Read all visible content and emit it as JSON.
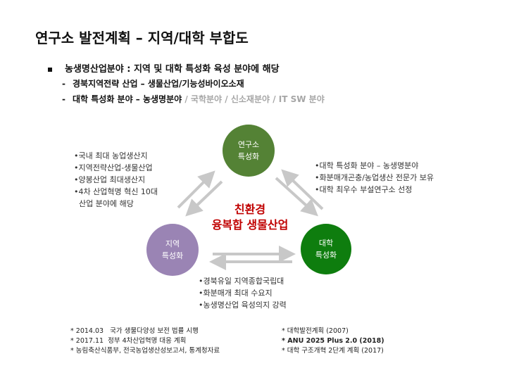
{
  "title": "연구소 발전계획 – 지역/대학 부합도",
  "bullet": "농생명산업분야 : 지역 및 대학 특성화 육성 분야에 해당",
  "sub1": "경북지역전략 산업 – 생물산업/기능성바이오소재",
  "sub2_bold": "대학 특성화 분야 – 농생명분야",
  "sub2_gray": " / 국학분야 / 신소재분야 / IT SW 분야",
  "circles": {
    "institute": [
      "연구소",
      "특성화"
    ],
    "region": [
      "지역",
      "특성화"
    ],
    "university": [
      "대학",
      "특성화"
    ]
  },
  "colors": {
    "institute": "#548235",
    "region": "#9a84b4",
    "university": "#0e7d0e",
    "center": "#c00000"
  },
  "center_text": [
    "친환경",
    "융복합 생물산업"
  ],
  "region_list": [
    "•국내 최대 농업생산지",
    "•지역전략산업-생물산업",
    "•양봉산업 최대생산지",
    "•4차 산업혁명 혁신 10대",
    "  산업 분야에 해당"
  ],
  "univ_list": [
    "•대학 특성화 분야 – 농생명분야",
    "•화분매개곤충/농업생산 전문가 보유",
    "•대학 최우수 부설연구소 선정"
  ],
  "bottom_list": [
    "•경북유일 지역종합국립대",
    "•화분매개 최대 수요지",
    "•농생명산업 육성의지 강력"
  ],
  "foot_left": [
    "* 2014.03   국가 생물다양성 보전 법률 시행",
    "* 2017.11  정부 4차산업혁명 대응 계획",
    "* 농림축산식품부, 전국농업생산성보고서, 통계청자료"
  ],
  "foot_right": [
    "* 대학발전계획 (2007)",
    "* ANU 2025 Plus 2.0 (2018)",
    "* 대학 구조개혁 2단계 계획 (2017)"
  ]
}
